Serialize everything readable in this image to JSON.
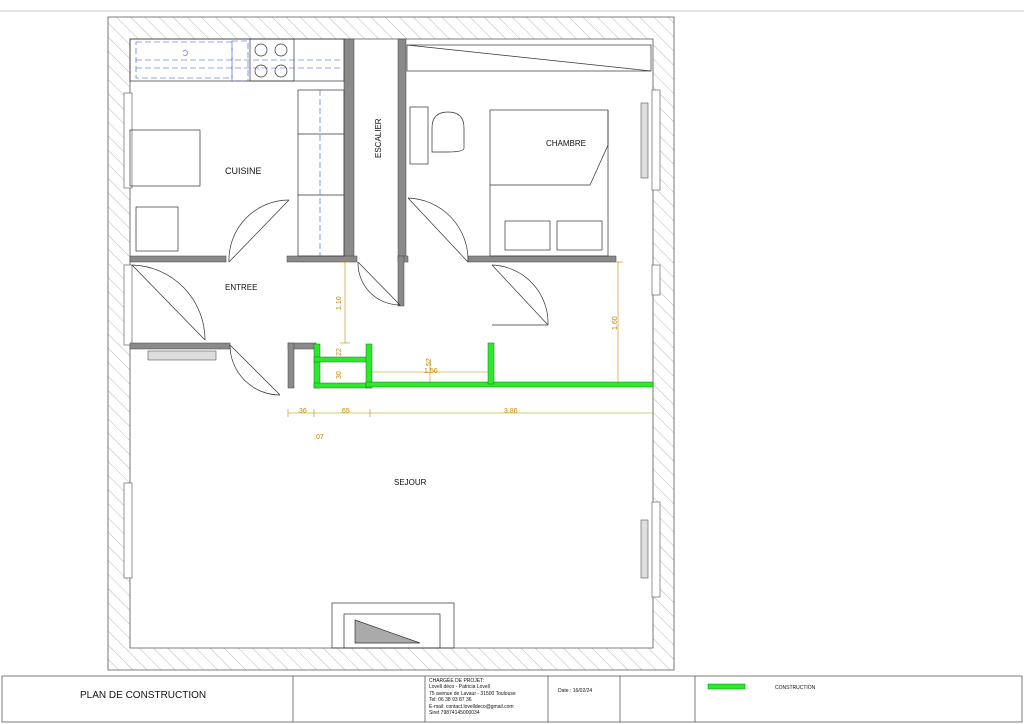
{
  "drawing": {
    "rooms": {
      "cuisine": "CUISINE",
      "escalier": "ESCALIER",
      "chambre": "CHAMBRE",
      "entree": "ENTREE",
      "sejour": "SEJOUR"
    },
    "dimensions": {
      "d_110": "1.10",
      "d_22": "22",
      "d_30": "30",
      "d_52": "52",
      "d_156": "1.56",
      "d_160": "1.60",
      "d_36": ".36",
      "d_65": ".65",
      "d_386": "3.86",
      "d_07": ".07"
    },
    "colors": {
      "construction": "#2ee82e",
      "wall": "#8a8a8a",
      "dimension": "#c08a00",
      "furniture_blue": "#3355dd"
    }
  },
  "title_block": {
    "title": "PLAN DE CONSTRUCTION",
    "project_lines": [
      "CHARGÉE DE PROJET:",
      "Lovell déco - Patricia Lovell",
      "75 avenue de Lavaur - 31500 Toulouse",
      "Tel: 06 38 93 87 36",
      "E-mail: contact.lovelldeco@gmail.com",
      "Siret 79874145000034"
    ],
    "date": "Date : 16/02/24",
    "legend_label": "CONSTRUCTION"
  }
}
